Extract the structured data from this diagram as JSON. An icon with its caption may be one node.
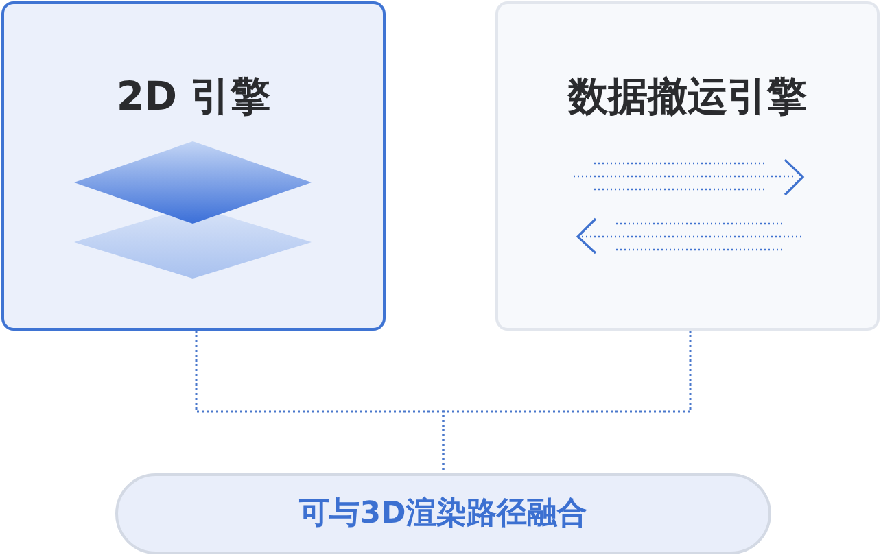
{
  "diagram": {
    "nodes": [
      {
        "text": [
          "2D 引擎"
        ]
      },
      {
        "text": [
          "数据撤运引擎"
        ]
      },
      {
        "text": [
          "可与3D渲染路径融合"
        ]
      }
    ],
    "edges": [
      {
        "from": 0,
        "to": 2,
        "arrow": "none",
        "style": "dashed"
      },
      {
        "from": 1,
        "to": 2,
        "arrow": "none",
        "style": "dashed"
      }
    ]
  }
}
